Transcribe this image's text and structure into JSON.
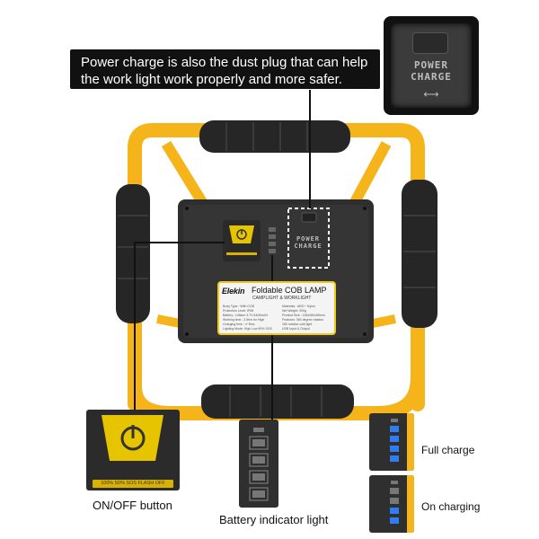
{
  "banner": {
    "line1": "Power charge is also the dust plug that can help",
    "line2": "the work light work properly and more safer."
  },
  "power_charge_zoom": {
    "line1": "POWER",
    "line2": "CHARGE",
    "usb_symbol": "⟷"
  },
  "device": {
    "panel_label_line1": "POWER",
    "panel_label_line2": "CHARGE",
    "plate": {
      "brand": "Elekin",
      "product": "Foldable COB LAMP",
      "subtitle": "CAMPLIGHT & WORKLIGHT",
      "specs_left": [
        "Body Type : With COB",
        "Protection Level: IP65",
        "Battery : Lithium 3.7V 6400mAH",
        "Working time : 2.5hrs for High",
        "Charging time : 4~5hrs",
        "Lighting Mode: High Low 50% SOS"
      ],
      "specs_right": [
        "Materials : ABS + Nylon",
        "Net Weight: 900g",
        "Product Size : 245x260x55mm",
        "Features: 360 degree rotation",
        "180 rotation cold light",
        "USB Input & Output"
      ]
    }
  },
  "onoff": {
    "mode_strip": "100%  50%  SOS  FLASH  OFF",
    "caption": "ON/OFF button"
  },
  "battery": {
    "caption": "Battery indicator light"
  },
  "states": {
    "full": {
      "label": "Full charge",
      "lit": 4
    },
    "charging": {
      "label": "On charging",
      "lit": 2
    }
  },
  "colors": {
    "frame_yellow": "#f5b41a",
    "handle_black": "#262626",
    "body_dark": "#2e2e2e",
    "button_yellow": "#e7c400",
    "led_blue": "#2f7df0",
    "led_off": "#777777"
  }
}
